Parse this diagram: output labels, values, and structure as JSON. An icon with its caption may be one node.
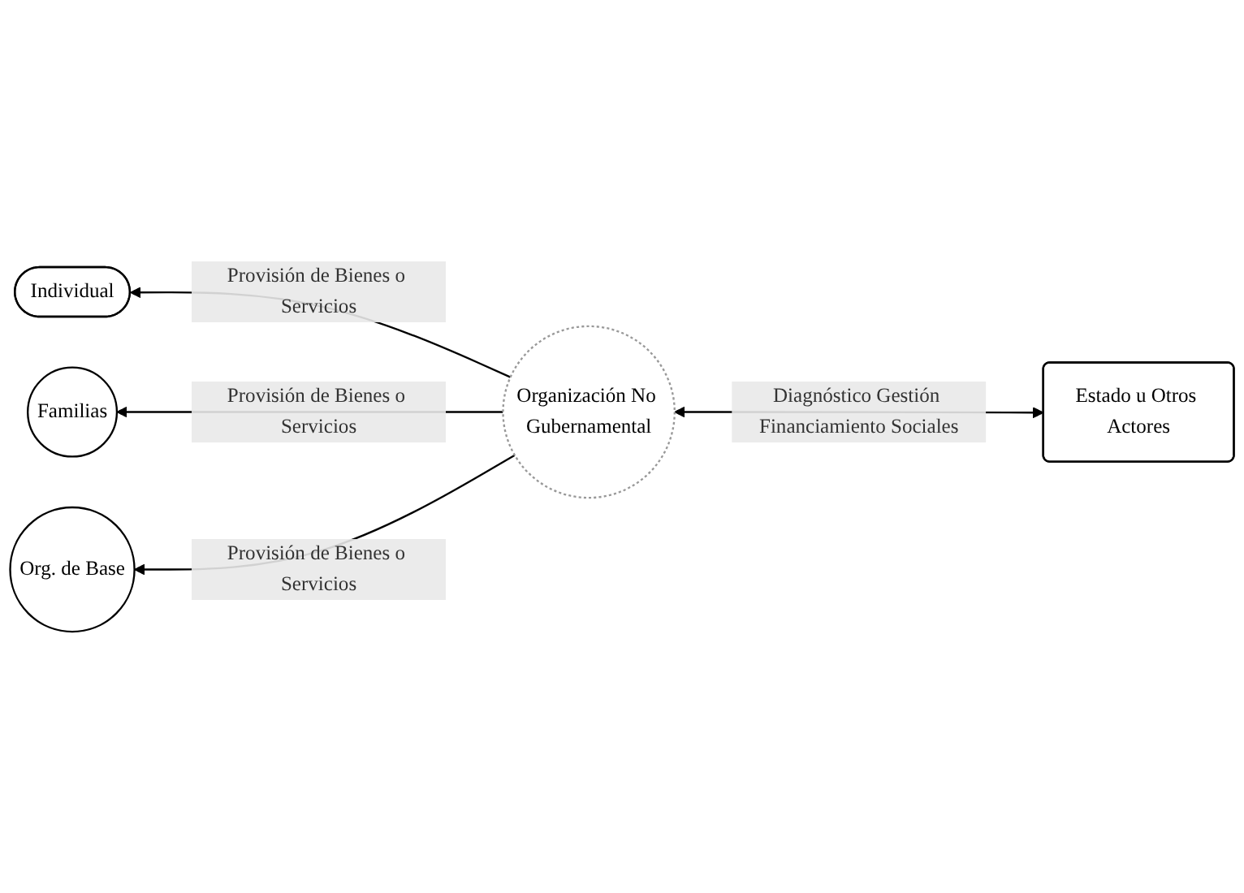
{
  "diagram": {
    "nodes": [
      {
        "text": [
          "Individual"
        ]
      },
      {
        "text": [
          "Familias"
        ]
      },
      {
        "text": [
          "Org. de Base"
        ]
      },
      {
        "text": [
          "Organización No Gubernamental"
        ]
      },
      {
        "text": [
          "Estado u Otros Actores"
        ]
      }
    ],
    "edges": [
      {
        "from": 3,
        "to": 0,
        "arrow": "to",
        "label": "Provisión de Bienes o Servicios"
      },
      {
        "from": 3,
        "to": 1,
        "arrow": "to",
        "label": "Provisión de Bienes o Servicios"
      },
      {
        "from": 3,
        "to": 2,
        "arrow": "to",
        "label": "Provisión de Bienes o Servicios"
      },
      {
        "from": 4,
        "to": 3,
        "arrow": "both",
        "label": "Diagnóstico Gestión Financiamiento Sociales"
      }
    ]
  }
}
